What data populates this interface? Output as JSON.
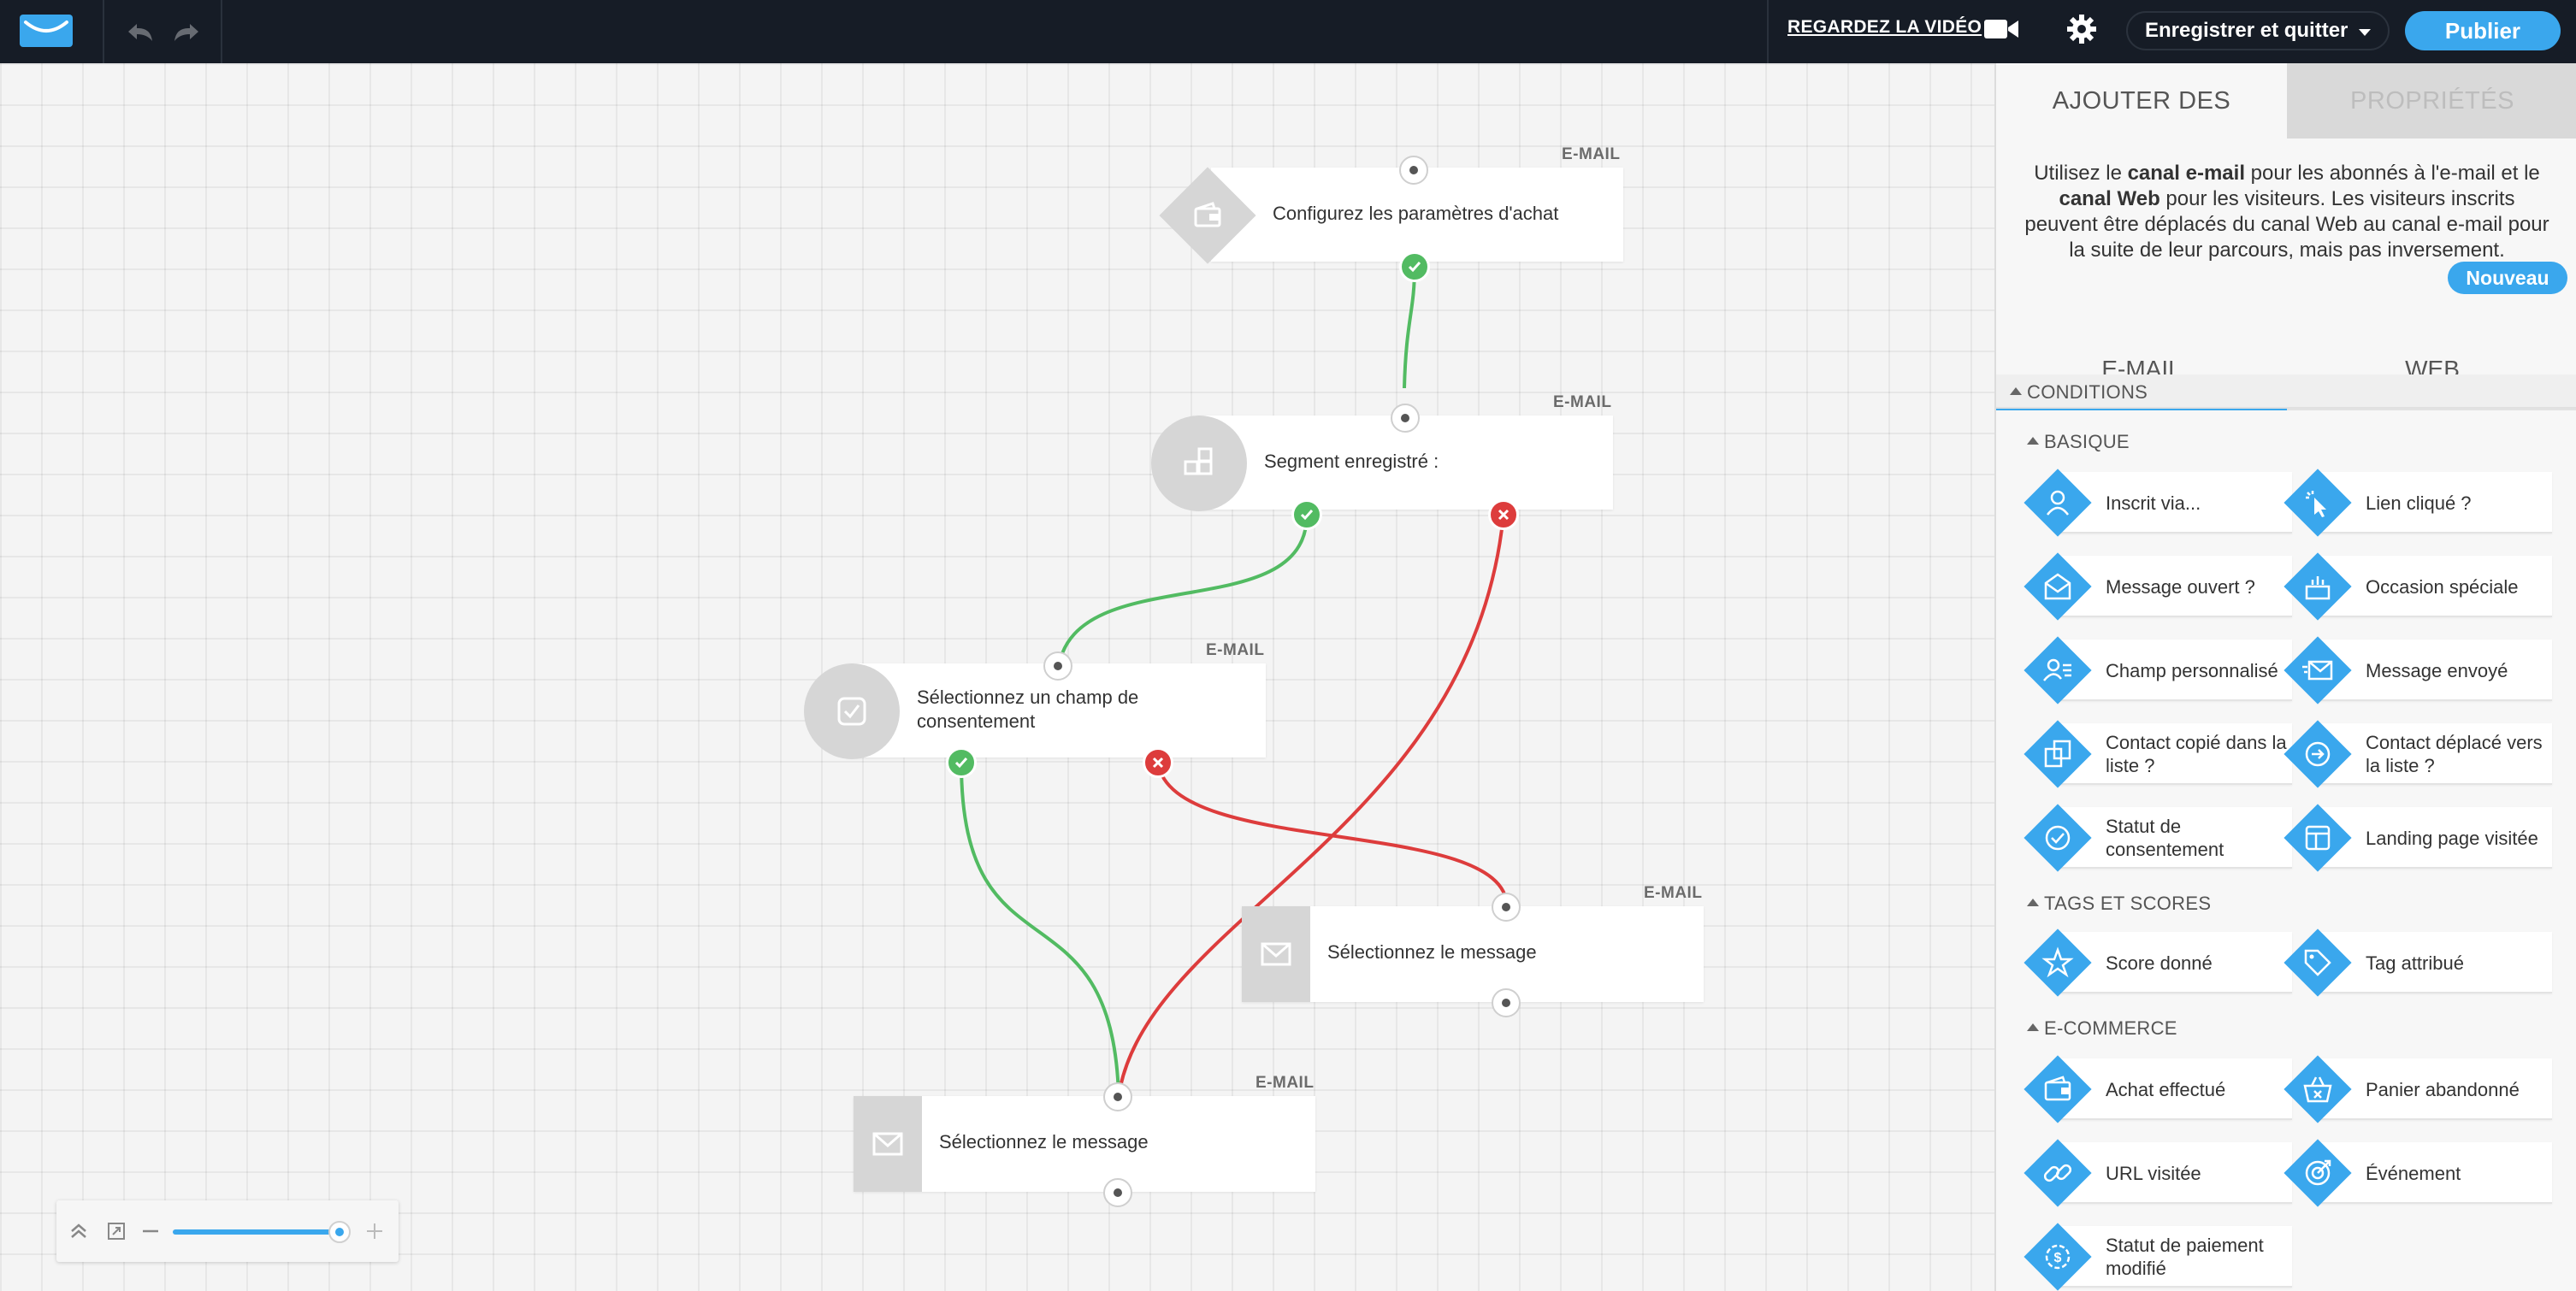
{
  "topbar": {
    "watch_video": "REGARDEZ LA VIDÉO",
    "save_quit": "Enregistrer et quitter",
    "publish": "Publier"
  },
  "nodes": {
    "n1": {
      "tag": "E-MAIL",
      "label": "Configurez les paramètres d'achat"
    },
    "n2": {
      "tag": "E-MAIL",
      "label": "Segment enregistré :"
    },
    "n3": {
      "tag": "E-MAIL",
      "label": "Sélectionnez un champ de consentement"
    },
    "n4": {
      "tag": "E-MAIL",
      "label": "Sélectionnez le message"
    },
    "n5": {
      "tag": "E-MAIL",
      "label": "Sélectionnez le message"
    }
  },
  "zoom": {
    "level": 0.93
  },
  "panel": {
    "tab_add": "AJOUTER DES",
    "tab_props": "PROPRIÉTÉS",
    "desc_1": "Utilisez le ",
    "desc_b1": "canal e-mail",
    "desc_2": " pour les abonnés à l'e-mail et le ",
    "desc_b2": "canal Web",
    "desc_3": " pour les visiteurs. Les visiteurs inscrits peuvent être déplacés du canal Web au canal e-mail pour la suite de leur parcours, mais pas inversement.",
    "badge_new": "Nouveau",
    "channel_email": "E-MAIL",
    "channel_web": "WEB",
    "section_conditions": "CONDITIONS",
    "group_basic": "BASIQUE",
    "group_tags": "TAGS ET SCORES",
    "group_ecom": "E-COMMERCE",
    "basic": [
      {
        "label": "Inscrit via...",
        "icon": "user-icon"
      },
      {
        "label": "Lien cliqué ?",
        "icon": "cursor-click-icon"
      },
      {
        "label": "Message ouvert ?",
        "icon": "envelope-open-icon"
      },
      {
        "label": "Occasion spéciale",
        "icon": "cake-icon"
      },
      {
        "label": "Champ personnalisé",
        "icon": "user-fields-icon"
      },
      {
        "label": "Message envoyé",
        "icon": "envelope-send-icon"
      },
      {
        "label": "Contact copié dans la liste ?",
        "icon": "copy-icon"
      },
      {
        "label": "Contact déplacé vers la liste ?",
        "icon": "move-icon"
      },
      {
        "label": "Statut de consentement",
        "icon": "check-circle-icon"
      },
      {
        "label": "Landing page visitée",
        "icon": "layout-icon"
      }
    ],
    "tags": [
      {
        "label": "Score donné",
        "icon": "star-icon"
      },
      {
        "label": "Tag attribué",
        "icon": "tag-icon"
      }
    ],
    "ecom": [
      {
        "label": "Achat effectué",
        "icon": "wallet-icon"
      },
      {
        "label": "Panier abandonné",
        "icon": "basket-icon"
      },
      {
        "label": "URL visitée",
        "icon": "link-icon"
      },
      {
        "label": "Événement",
        "icon": "target-icon"
      },
      {
        "label": "Statut de paiement modifié",
        "icon": "payment-status-icon"
      }
    ]
  },
  "colors": {
    "accent": "#3aa7ed",
    "yes": "#52bb62",
    "no": "#dd3c3c",
    "topbar": "#161c26"
  }
}
